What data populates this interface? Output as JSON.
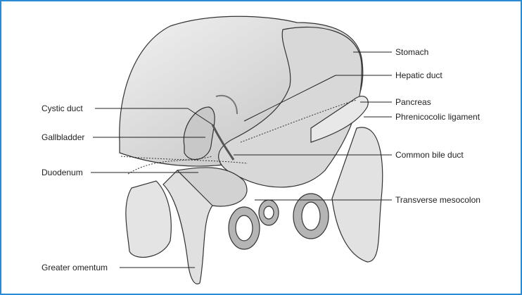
{
  "title": "Anatomical diagram of the stomach, liver and biliary ducts",
  "labels_right": [
    "Stomach",
    "Hepatic duct",
    "Pancreas",
    "Phrenicocolic ligament",
    "Common bile duct",
    "Transverse mesocolon"
  ],
  "labels_left": [
    "Cystic duct",
    "Gallbladder",
    "Duodenum",
    "Greater omentum"
  ],
  "colors": {
    "border": "#2a8ad4",
    "organ_light": "#e6e6e6",
    "organ_mid": "#cfcfcf",
    "organ_dark": "#9a9a9a"
  }
}
